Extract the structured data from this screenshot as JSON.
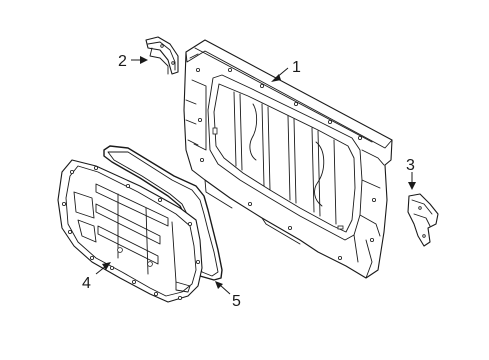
{
  "callouts": {
    "part_1": "1",
    "part_2": "2",
    "part_3": "3",
    "part_4": "4",
    "part_5": "5"
  },
  "colors": {
    "line": "#1a1a1a",
    "background": "#ffffff"
  }
}
